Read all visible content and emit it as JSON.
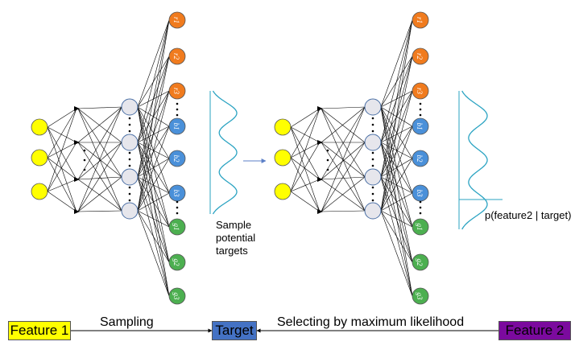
{
  "colors": {
    "input_node": "#ffff00",
    "hidden_node": "#e6e6ec",
    "orange": "#f07b1e",
    "blue": "#4a90d9",
    "green": "#4caf50",
    "curve": "#2aa3c2",
    "arrow": "#5b7fc7",
    "feature1_box": "#ffff00",
    "target_box": "#4472c4",
    "feature2_box": "#7b0a9e"
  },
  "output_nodes": [
    {
      "label": "r1",
      "color": "orange"
    },
    {
      "label": "r2",
      "color": "orange"
    },
    {
      "label": "r3",
      "color": "orange"
    },
    {
      "label": "b1",
      "color": "blue"
    },
    {
      "label": "b2",
      "color": "blue"
    },
    {
      "label": "b3",
      "color": "blue"
    },
    {
      "label": "g1",
      "color": "green"
    },
    {
      "label": "g2",
      "color": "green"
    },
    {
      "label": "g3",
      "color": "green"
    }
  ],
  "labels": {
    "sample_text": [
      "Sample",
      "potential",
      "targets"
    ],
    "prob_text": "p(feature2 | target)",
    "sampling": "Sampling",
    "selecting": "Selecting by maximum likelihood"
  },
  "boxes": {
    "feature1": "Feature 1",
    "target": "Target",
    "feature2": "Feature 2"
  }
}
